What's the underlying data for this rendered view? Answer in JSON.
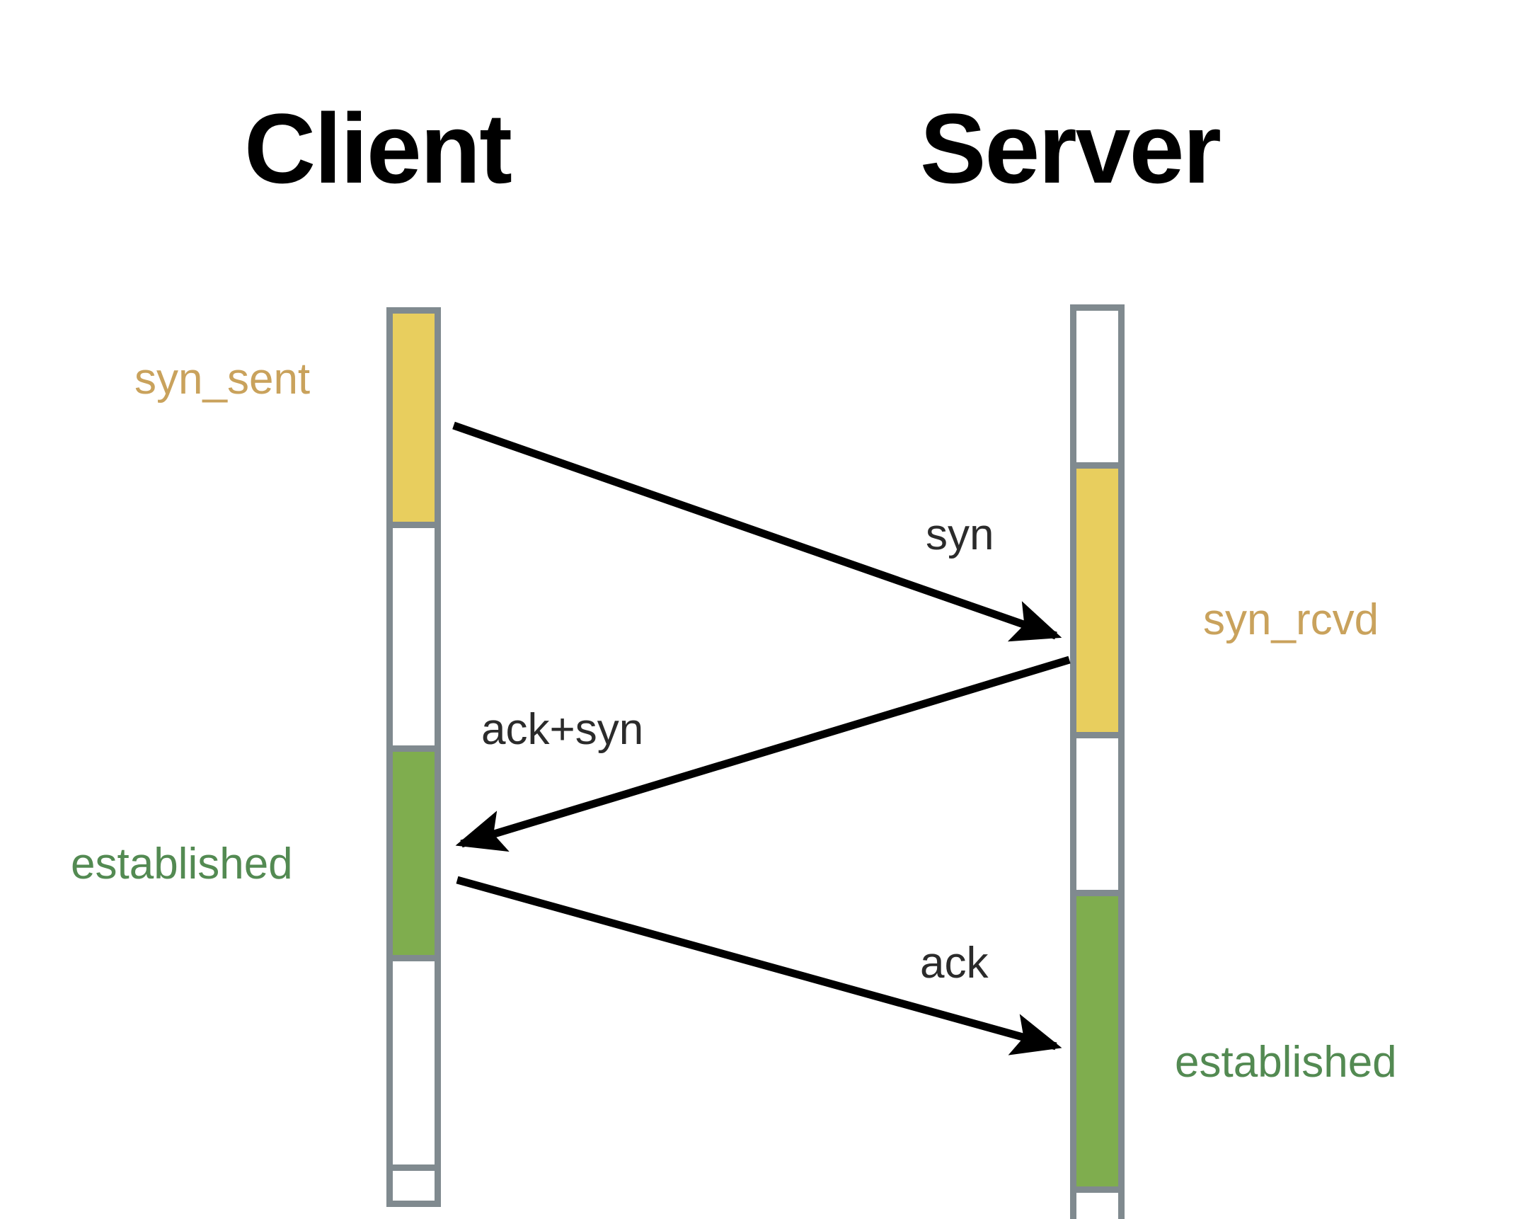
{
  "diagram": {
    "title_client": "Client",
    "title_server": "Server",
    "colors": {
      "syn_state": "#c9a25c",
      "established_state": "#538a52",
      "bar_yellow": "#e8ce5e",
      "bar_green": "#7fad4e",
      "bar_border": "#808a8f",
      "arrow": "#000000",
      "message_text": "#2b2b2b",
      "title_text": "#000000",
      "background": "#ffffff"
    }
  },
  "client": {
    "name": "Client",
    "states": [
      {
        "label": "syn_sent",
        "color": "#c9a25c",
        "fill": "yellow"
      },
      {
        "label": "established",
        "color": "#538a52",
        "fill": "green"
      }
    ],
    "segments": [
      {
        "fill": "yellow",
        "state": "syn_sent"
      },
      {
        "fill": "white",
        "state": ""
      },
      {
        "fill": "green",
        "state": "established"
      },
      {
        "fill": "white",
        "state": ""
      },
      {
        "fill": "white",
        "state": ""
      }
    ]
  },
  "server": {
    "name": "Server",
    "states": [
      {
        "label": "syn_rcvd",
        "color": "#c9a25c",
        "fill": "yellow"
      },
      {
        "label": "established",
        "color": "#538a52",
        "fill": "green"
      }
    ],
    "segments": [
      {
        "fill": "white",
        "state": ""
      },
      {
        "fill": "yellow",
        "state": "syn_rcvd"
      },
      {
        "fill": "white",
        "state": ""
      },
      {
        "fill": "green",
        "state": "established"
      },
      {
        "fill": "white",
        "state": ""
      }
    ]
  },
  "messages": [
    {
      "label": "syn",
      "from": "client",
      "to": "server"
    },
    {
      "label": "ack+syn",
      "from": "server",
      "to": "client"
    },
    {
      "label": "ack",
      "from": "client",
      "to": "server"
    }
  ],
  "labels": {
    "syn_sent": "syn_sent",
    "syn_rcvd": "syn_rcvd",
    "established_client": "established",
    "established_server": "established",
    "msg_syn": "syn",
    "msg_ack_syn": "ack+syn",
    "msg_ack": "ack"
  }
}
